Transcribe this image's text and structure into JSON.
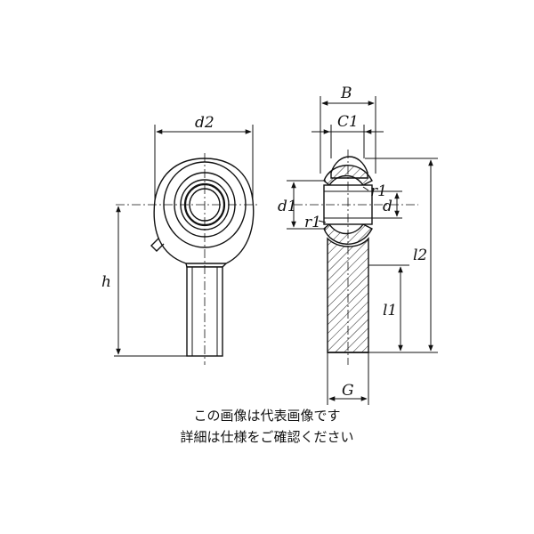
{
  "labels": {
    "d2": "d2",
    "h": "h",
    "B": "B",
    "C1": "C1",
    "r1_top": "r1",
    "r1_bottom": "r1",
    "d1": "d1",
    "d": "d",
    "l2": "l2",
    "l1": "l1",
    "G": "G"
  },
  "caption": {
    "line1": "この画像は代表画像です",
    "line2": "詳細は仕様をご確認ください"
  }
}
